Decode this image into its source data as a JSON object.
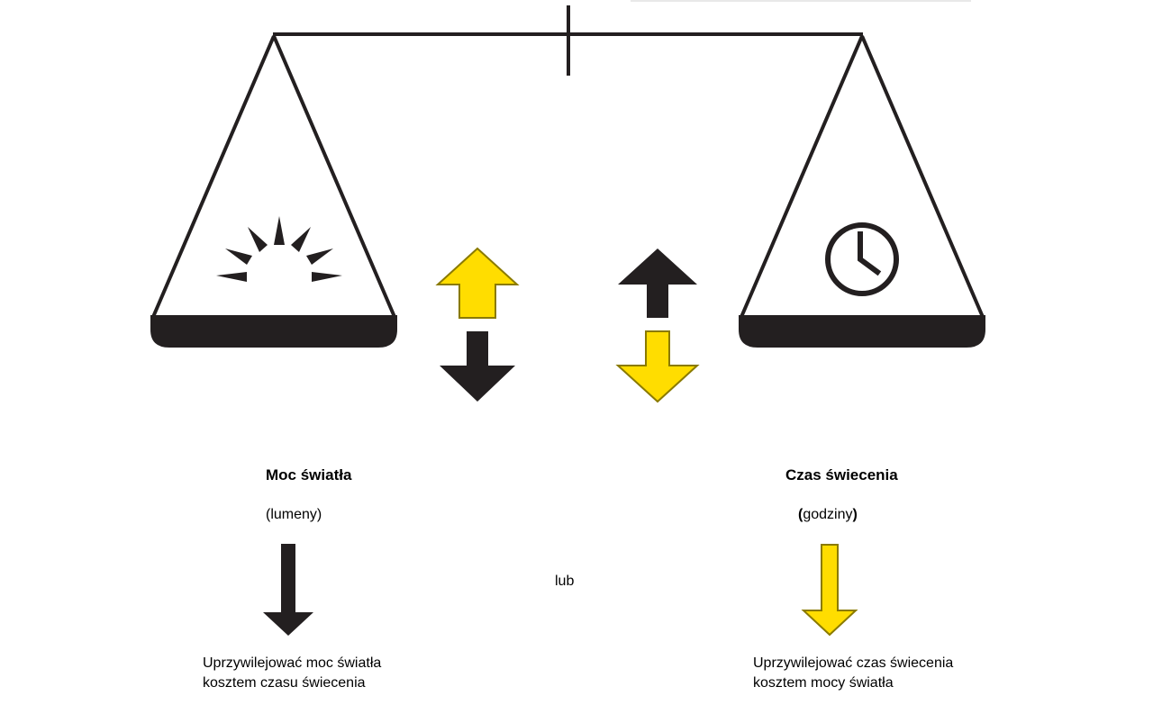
{
  "left": {
    "title": "Moc światła",
    "unit": "(lumeny)",
    "caption": "Uprzywilejować moc światła\nkosztem czasu świecenia",
    "pan_icon": "sun-rays-icon",
    "arrow_color": "#231f20"
  },
  "right": {
    "title": "Czas świecenia",
    "unit_open": "(",
    "unit_word": "godziny",
    "unit_close": ")",
    "caption": "Uprzywilejować czas świecenia\nkosztem mocy światła",
    "pan_icon": "clock-icon",
    "arrow_color": "#ffdd00"
  },
  "connector": "lub",
  "colors": {
    "black": "#231f20",
    "yellow": "#ffdd00",
    "outline": "#8a7a00"
  }
}
